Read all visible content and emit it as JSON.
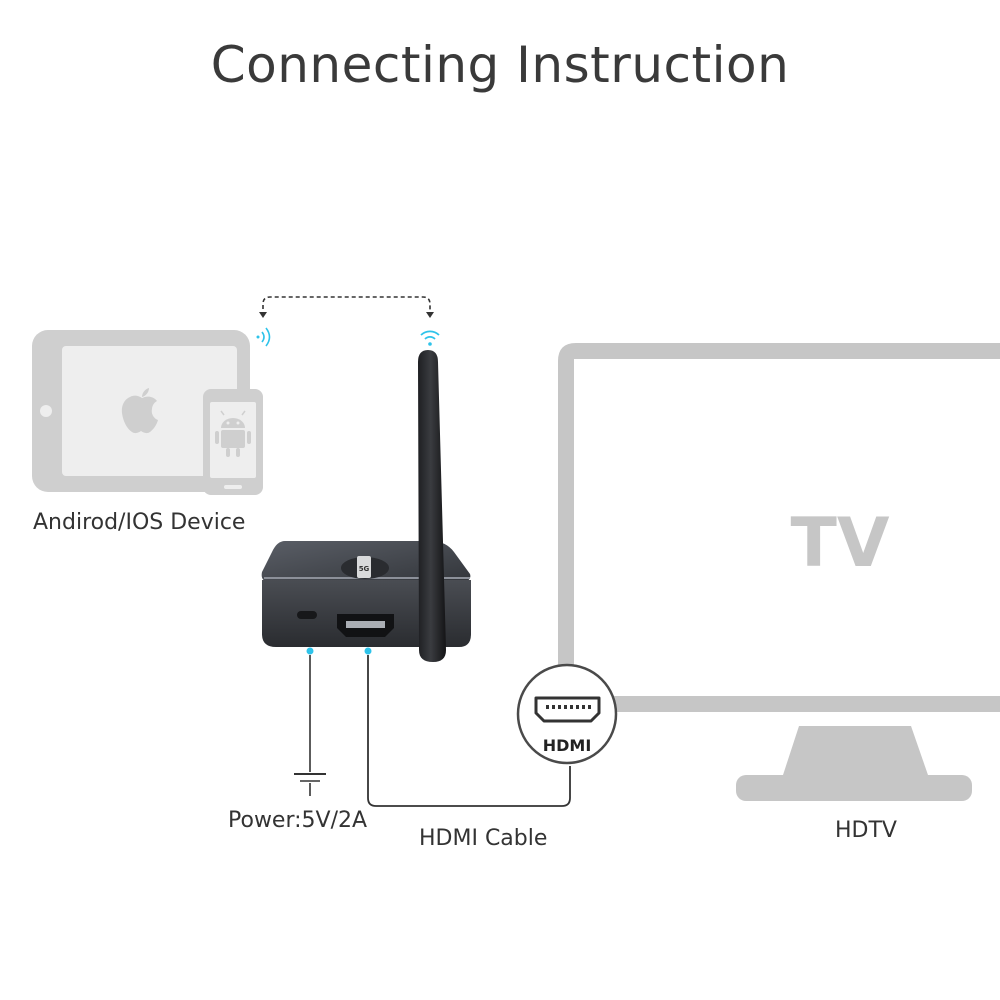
{
  "title": "Connecting Instruction",
  "labels": {
    "devices": "Andirod/IOS Device",
    "power": "Power:5V/2A",
    "cable": "HDMI Cable",
    "hdtv": "HDTV",
    "tv_screen": "TV",
    "hdmi_badge": "HDMI",
    "device_chip": "5G"
  },
  "colors": {
    "device_gray": "#cfcfcf",
    "box_dark": "#3c3f45",
    "accent_cyan": "#2ec3ea",
    "wire": "#333333"
  },
  "icons": [
    "apple-logo-icon",
    "android-logo-icon",
    "wifi-icon",
    "hdmi-port-icon"
  ]
}
